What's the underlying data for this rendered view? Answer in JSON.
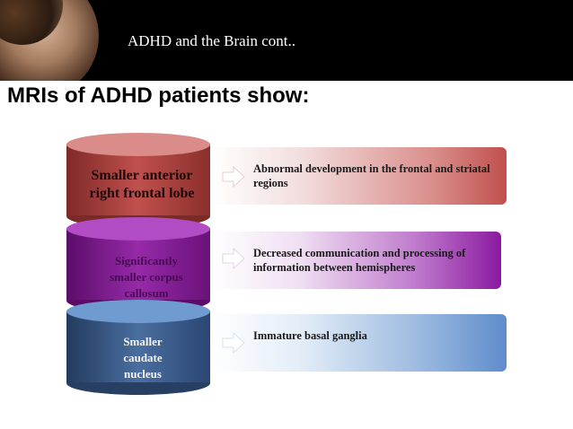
{
  "header": {
    "title": "ADHD and the Brain cont.."
  },
  "slide": {
    "title": "MRIs of ADHD patients show:"
  },
  "items": [
    {
      "cylinder_label": "Smaller anterior right frontal lobe",
      "description": "Abnormal development in the frontal and striatal regions",
      "color": "#c0504d"
    },
    {
      "cylinder_label": "Significantly smaller corpus callosum",
      "description": "Decreased communication and processing of information between hemispheres",
      "color": "#8b1aa0"
    },
    {
      "cylinder_label": "Smaller caudate nucleus",
      "description": "Immature basal ganglia",
      "color": "#4f81bd"
    }
  ],
  "icons": [
    "right-arrow-icon"
  ]
}
